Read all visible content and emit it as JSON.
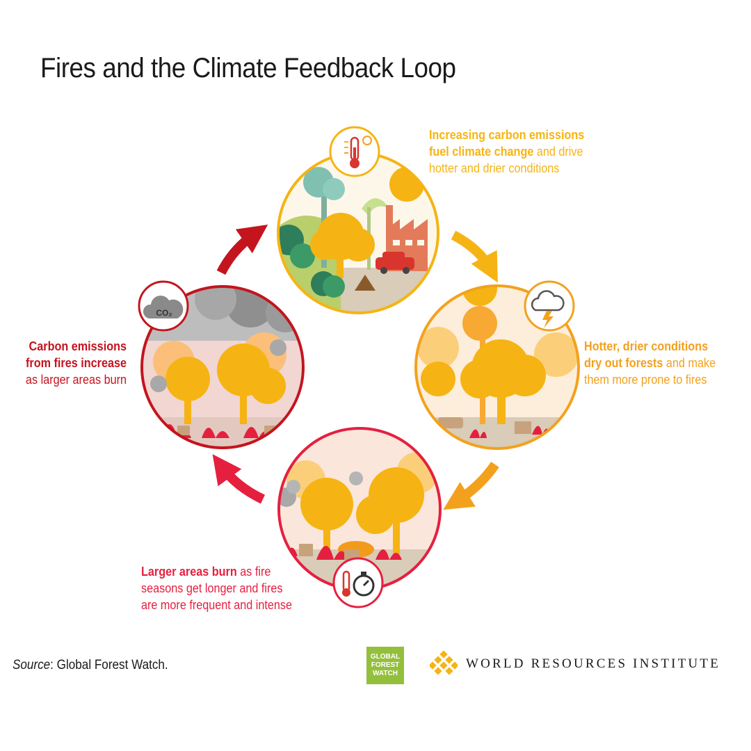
{
  "title": "Fires and the Climate Feedback Loop",
  "stages": [
    {
      "id": "climate",
      "highlight": "Increasing carbon emissions fuel climate change",
      "rest": " and drive hotter and drier conditions",
      "color": "#f5b414",
      "icon": "thermometer-sun-icon"
    },
    {
      "id": "drying",
      "highlight": "Hotter, drier conditions dry out forests",
      "rest": " and make them more prone to fires",
      "color": "#f3a11d",
      "icon": "storm-cloud-icon"
    },
    {
      "id": "burning",
      "highlight": "Larger areas burn",
      "rest": " as fire seasons get longer and fires are more frequent and intense",
      "color": "#e5203f",
      "icon": "thermometer-stopwatch-icon"
    },
    {
      "id": "emissions",
      "highlight": "Carbon emissions from fires increase",
      "rest": " as larger areas burn",
      "color": "#c4141e",
      "icon": "co2-cloud-icon",
      "icon_label": "CO₂"
    }
  ],
  "source_label": "Source",
  "source_text": ":  Global Forest Watch.",
  "gfw_logo_lines": [
    "GLOBAL",
    "FOREST",
    "WATCH"
  ],
  "wri_name": "WORLD RESOURCES INSTITUTE",
  "colors": {
    "gfw_green": "#94bf3c",
    "wri_gold": "#f5b414"
  }
}
